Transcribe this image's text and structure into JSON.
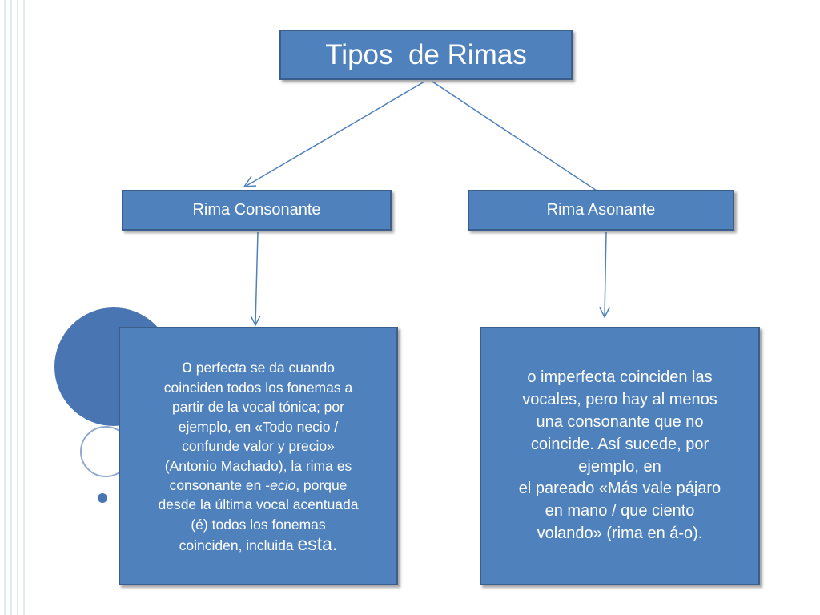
{
  "title": "Tipos  de Rimas",
  "colors": {
    "box_fill": "#4f81bd",
    "box_border": "#3a5f8c",
    "text": "#ffffff",
    "arrow": "#4f81bd"
  },
  "categories": {
    "left": "Rima Consonante",
    "right": "Rima Asonante"
  },
  "descriptions": {
    "left": {
      "l1_lead": "o",
      "l1_rest": " perfecta se da cuando",
      "l2": "coinciden todos los fonemas a",
      "l3": "partir de la vocal tónica; por",
      "l4": "ejemplo, en «Todo necio /",
      "l5": "confunde valor y precio»",
      "l6": "(Antonio Machado), la rima es",
      "l7_pre": "consonante en -",
      "l7_em": "ecio",
      "l7_post": ", porque",
      "l8": "desde la última vocal acentuada",
      "l9": "(é) todos los fonemas",
      "l10_pre": "coinciden, incluida ",
      "l10_big": "esta."
    },
    "right": {
      "l1": "o imperfecta coinciden las",
      "l2": "vocales, pero hay al menos",
      "l3": "una consonante que no",
      "l4": "coincide. Así sucede, por",
      "l5": "ejemplo, en",
      "l6": "el pareado «Más vale pájaro",
      "l7": "en mano / que ciento",
      "l8": "volando» (rima en á-o)."
    }
  }
}
